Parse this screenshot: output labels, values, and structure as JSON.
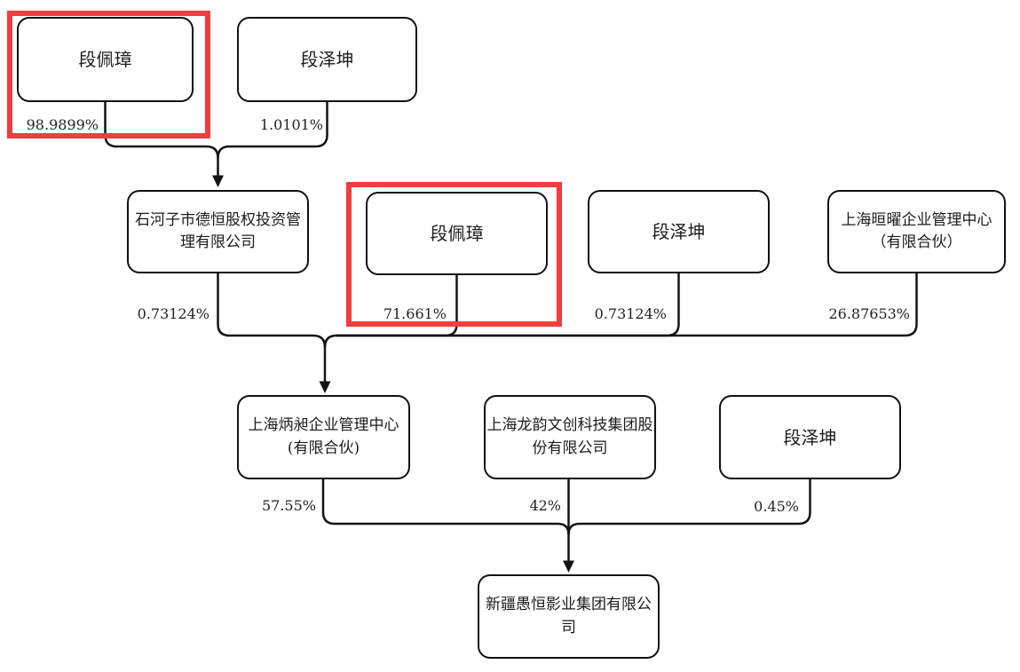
{
  "colors": {
    "highlight": "#ee3e3e",
    "line": "#141414"
  },
  "nodes": {
    "r1_duan_peizhang": {
      "label": "段佩璋",
      "ownership": "98.9899%",
      "highlighted": true
    },
    "r1_duan_zekun": {
      "label": "段泽坤",
      "ownership": "1.0101%",
      "highlighted": false
    },
    "r2_shihezi_deheng": {
      "label": "石河子市德恒股权投资管\n理有限公司",
      "ownership": "0.73124%",
      "highlighted": false
    },
    "r2_duan_peizhang": {
      "label": "段佩璋",
      "ownership": "71.661%",
      "highlighted": true
    },
    "r2_duan_zekun": {
      "label": "段泽坤",
      "ownership": "0.73124%",
      "highlighted": false
    },
    "r2_shanghai_xuanyao": {
      "label": "上海晅曜企业管理中心\n（有限合伙）",
      "ownership": "26.87653%",
      "highlighted": false
    },
    "r3_shanghai_bingchang": {
      "label": "上海炳昶企业管理中心\n(有限合伙)",
      "ownership": "57.55%",
      "highlighted": false
    },
    "r3_shanghai_longyun": {
      "label": "上海龙韵文创科技集团股\n份有限公司",
      "ownership": "42%",
      "highlighted": false
    },
    "r3_duan_zekun": {
      "label": "段泽坤",
      "ownership": "0.45%",
      "highlighted": false
    },
    "target_xinjiang_yuheng": {
      "label": "新疆愚恒影业集团有限公\n司"
    }
  },
  "edges": [
    {
      "from": "段佩璋",
      "to": "石河子市德恒股权投资管理有限公司",
      "ownership": "98.9899%"
    },
    {
      "from": "段泽坤",
      "to": "石河子市德恒股权投资管理有限公司",
      "ownership": "1.0101%"
    },
    {
      "from": "石河子市德恒股权投资管理有限公司",
      "to": "上海炳昶企业管理中心(有限合伙)",
      "ownership": "0.73124%"
    },
    {
      "from": "段佩璋",
      "to": "上海炳昶企业管理中心(有限合伙)",
      "ownership": "71.661%"
    },
    {
      "from": "段泽坤",
      "to": "上海炳昶企业管理中心(有限合伙)",
      "ownership": "0.73124%"
    },
    {
      "from": "上海晅曜企业管理中心（有限合伙）",
      "to": "上海炳昶企业管理中心(有限合伙)",
      "ownership": "26.87653%"
    },
    {
      "from": "上海炳昶企业管理中心(有限合伙)",
      "to": "新疆愚恒影业集团有限公司",
      "ownership": "57.55%"
    },
    {
      "from": "上海龙韵文创科技集团股份有限公司",
      "to": "新疆愚恒影业集团有限公司",
      "ownership": "42%"
    },
    {
      "from": "段泽坤",
      "to": "新疆愚恒影业集团有限公司",
      "ownership": "0.45%"
    }
  ]
}
